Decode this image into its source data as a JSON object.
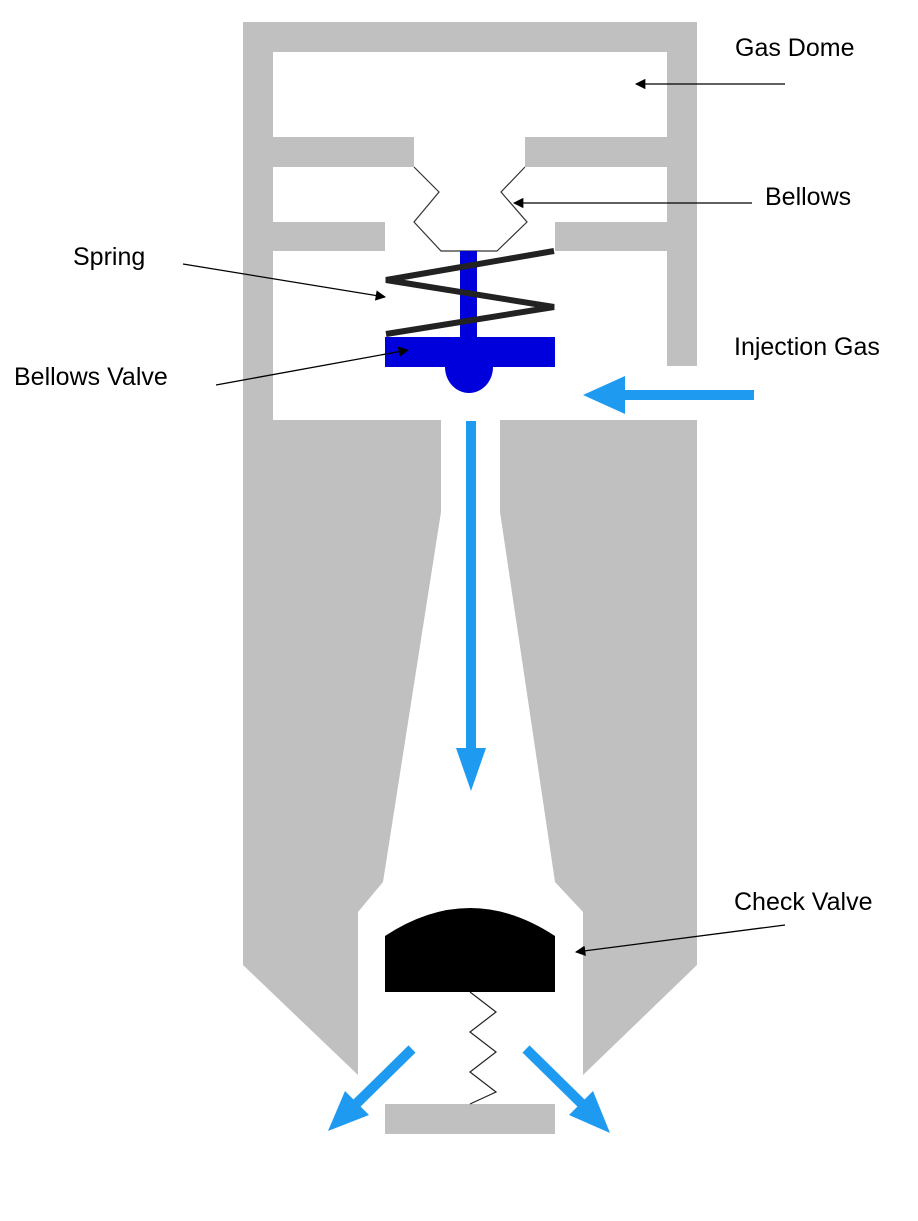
{
  "labels": {
    "gas_dome": "Gas Dome",
    "bellows": "Bellows",
    "spring": "Spring",
    "bellows_valve": "Bellows Valve",
    "injection_gas": "Injection Gas",
    "check_valve": "Check Valve"
  },
  "colors": {
    "body": "#c0c0c0",
    "bellows_valve": "#0000dd",
    "gas_flow": "#1e9bf0",
    "check_valve": "#000000",
    "spring": "#222222",
    "background": "#ffffff"
  }
}
